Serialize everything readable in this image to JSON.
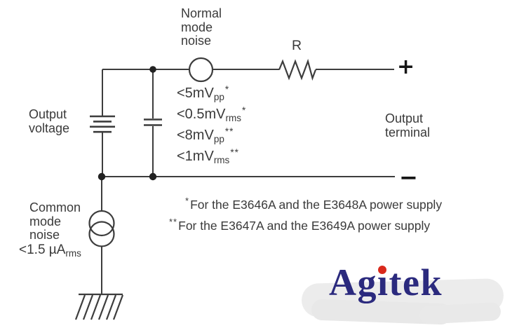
{
  "diagram": {
    "labels": {
      "normal_mode_noise": "Normal\nmode\nnoise",
      "resistor": "R",
      "output_voltage": "Output\nvoltage",
      "output_terminal": "Output\nterminal",
      "common_mode_noise": "Common\nmode\nnoise",
      "plus_terminal": "+",
      "minus_terminal": "−"
    },
    "common_mode_value": {
      "value": "<1.5 µA",
      "sub": "rms"
    },
    "noise_specs": [
      {
        "value": "<5mV",
        "sub": "pp",
        "sup": "*"
      },
      {
        "value": "<0.5mV",
        "sub": "rms",
        "sup": "*"
      },
      {
        "value": "<8mV",
        "sub": "pp",
        "sup": "**"
      },
      {
        "value": "<1mV",
        "sub": "rms",
        "sup": "**"
      }
    ],
    "footnotes": [
      {
        "marker": "*",
        "text": "For the E3646A and the E3648A power supply"
      },
      {
        "marker": "**",
        "text": "For the E3647A and the E3649A power supply"
      }
    ]
  },
  "logo": {
    "text": "Agitek",
    "parts": {
      "before": "Ag",
      "i": "ı",
      "after": "tek"
    },
    "text_color": "#2b2a7e",
    "dot_color": "#d9291c"
  },
  "colors": {
    "wire": "#3d3d3d",
    "text": "#3a3a3a",
    "terminal": "#161616"
  }
}
